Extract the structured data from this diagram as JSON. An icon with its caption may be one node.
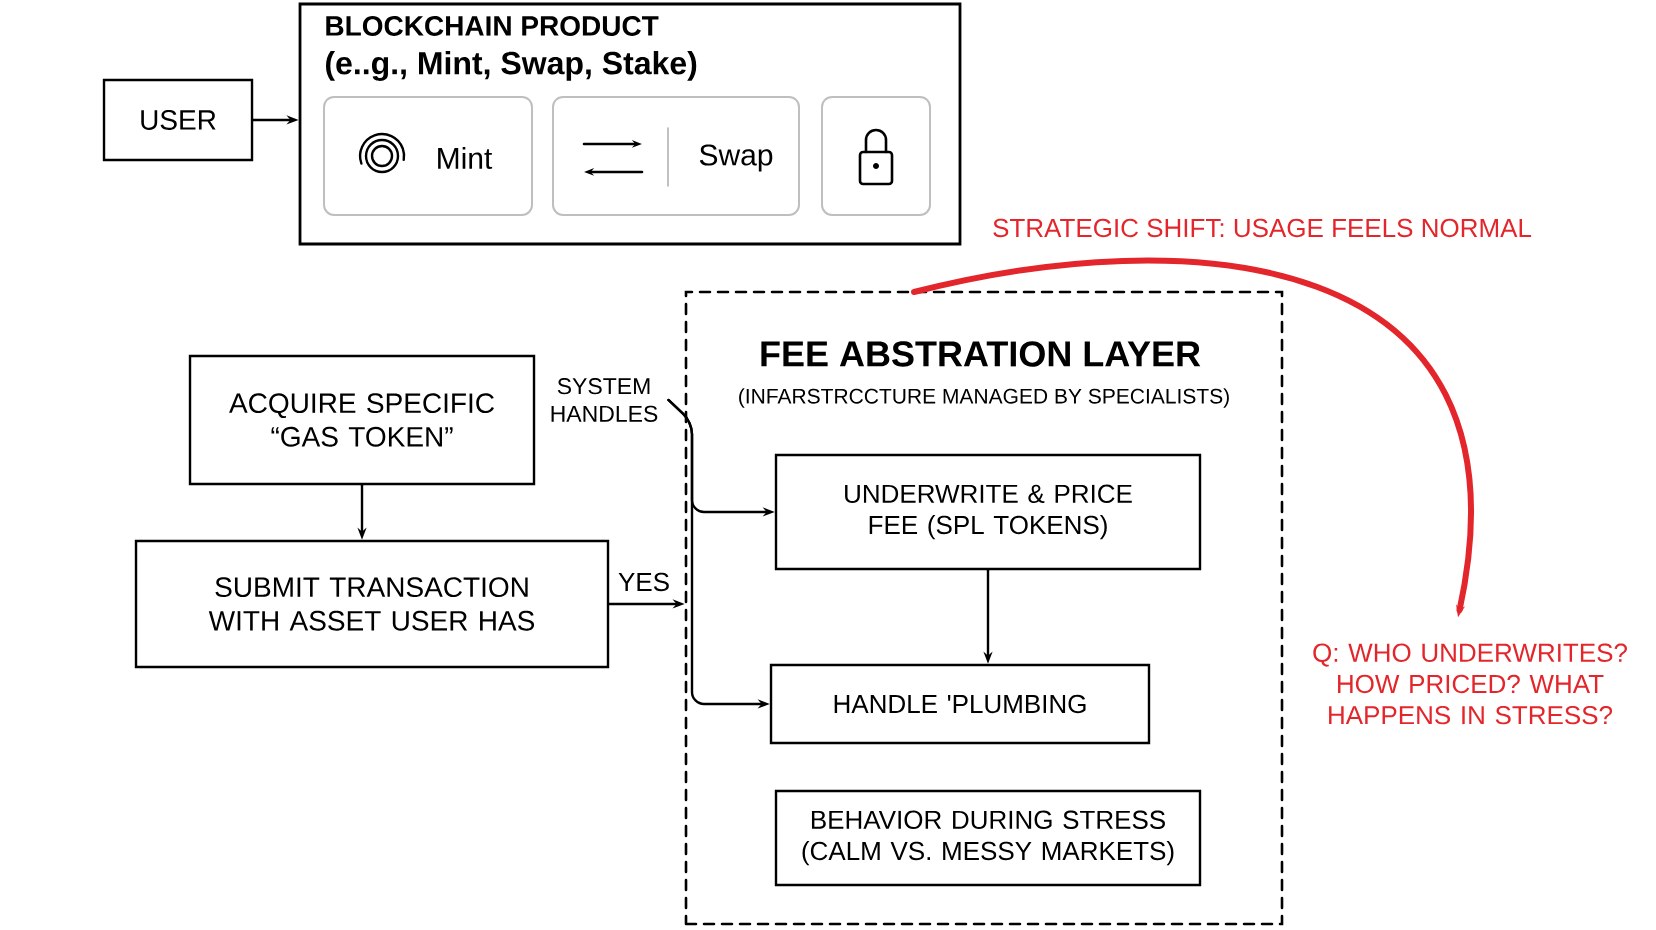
{
  "diagram": {
    "nodes": [
      {
        "text": [
          "USER"
        ]
      },
      {
        "text": [
          "BLOCKCHAIN PRODUCT",
          "(e..g., Mint, Swap, Stake)"
        ]
      },
      {
        "text": [
          "Mint"
        ],
        "in": 1
      },
      {
        "text": [
          "Swap"
        ],
        "in": 1
      },
      {
        "text": [],
        "shape": "box",
        "in": 1
      },
      {
        "text": [
          "ACQUIRE SPECIFIC “GAS TOKEN”"
        ]
      },
      {
        "text": [
          "SUBMIT TRANSACTION WITH ASSET USER HAS"
        ]
      },
      {
        "text": [
          "SYSTEM HANDLES"
        ]
      },
      {
        "text": [
          "FEE ABSTRATION LAYER",
          "(INFARSTRCCTURE MANAGED BY SPECIALISTS)"
        ]
      },
      {
        "text": [
          "UNDERWRITE & PRICE FEE (SPL TOKENS)"
        ],
        "in": 8
      },
      {
        "text": [
          "HANDLE 'PLUMBING"
        ],
        "in": 8
      },
      {
        "text": [
          "BEHAVIOR DURING STRESS (CALM VS. MESSY MARKETS)"
        ],
        "in": 8
      },
      {
        "text": [
          "Q: WHO UNDERWRITES? HOW PRICED? WHAT HAPPENS IN STRESS?"
        ]
      }
    ],
    "edges": [
      {
        "from": 0,
        "to": 1,
        "arrow": "to"
      },
      {
        "from": 5,
        "to": 6,
        "arrow": "to"
      },
      {
        "from": 6,
        "to": 8,
        "arrow": "to",
        "label": "YES"
      },
      {
        "from": 7,
        "to": 9,
        "arrow": "to"
      },
      {
        "from": 7,
        "to": 10,
        "arrow": "to"
      },
      {
        "from": 9,
        "to": 10,
        "arrow": "to"
      },
      {
        "from": 8,
        "to": 12,
        "arrow": "to",
        "label": "STRATEGIC SHIFT: USAGE FEELS NORMAL",
        "color": "#e3262b",
        "style": "thick"
      }
    ]
  }
}
